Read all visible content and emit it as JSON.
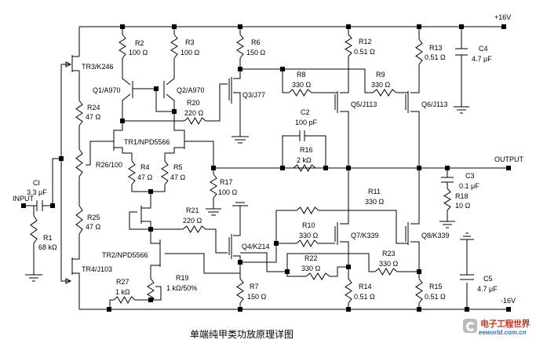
{
  "rails": {
    "pos": "+16V",
    "neg": "-16V",
    "output": "OUTPUT",
    "input": "INPUT"
  },
  "caption": "单端纯甲类功放原理详图",
  "logo": {
    "cn": "电子工程世界",
    "en": "eeworld.com.cn"
  },
  "resistors": {
    "r1": {
      "name": "R1",
      "value": "68 kΩ"
    },
    "r2": {
      "name": "R2",
      "value": "100 Ω"
    },
    "r3": {
      "name": "R3",
      "value": "100 Ω"
    },
    "r4": {
      "name": "R4",
      "value": "47 Ω"
    },
    "r5": {
      "name": "R5",
      "value": "47 Ω"
    },
    "r6": {
      "name": "R6",
      "value": "150 Ω"
    },
    "r7": {
      "name": "R7",
      "value": "150 Ω"
    },
    "r8": {
      "name": "R8",
      "value": "330 Ω"
    },
    "r9": {
      "name": "R9",
      "value": "330 Ω"
    },
    "r10": {
      "name": "R10",
      "value": "330 Ω"
    },
    "r11": {
      "name": "R11",
      "value": "330 Ω"
    },
    "r12": {
      "name": "R12",
      "value": "0.51 Ω"
    },
    "r13": {
      "name": "R13",
      "value": "0.51 Ω"
    },
    "r14": {
      "name": "R14",
      "value": "0.51 Ω"
    },
    "r15": {
      "name": "R15",
      "value": "0.51 Ω"
    },
    "r16": {
      "name": "R16",
      "value": "2 kΩ"
    },
    "r17": {
      "name": "R17",
      "value": "100 Ω"
    },
    "r18": {
      "name": "R18",
      "value": "10 Ω"
    },
    "r19": {
      "name": "R19",
      "value": "1 kΩ/50%"
    },
    "r20": {
      "name": "R20",
      "value": "220 Ω"
    },
    "r21": {
      "name": "R21",
      "value": "220 Ω"
    },
    "r22": {
      "name": "R22",
      "value": "330 Ω"
    },
    "r23": {
      "name": "R23",
      "value": "330 Ω"
    },
    "r24": {
      "name": "R24",
      "value": "47 Ω"
    },
    "r25": {
      "name": "R25",
      "value": "47 Ω"
    },
    "r26": {
      "name": "R26/100"
    },
    "r27": {
      "name": "R27",
      "value": "1 kΩ"
    }
  },
  "capacitors": {
    "c1": {
      "name": "CI",
      "value": "3.3 μF"
    },
    "c2": {
      "name": "C2",
      "value": "100 pF"
    },
    "c3": {
      "name": "C3",
      "value": "0.1 μF"
    },
    "c4": {
      "name": "C4",
      "value": "4.7 μF"
    },
    "c5": {
      "name": "C5",
      "value": "4.7 μF"
    }
  },
  "transistors": {
    "q1": "Q1/A970",
    "q2": "Q2/A970",
    "q3": "Q3/J77",
    "q4": "Q4/K214",
    "q5": "Q5/J113",
    "q6": "Q6/J113",
    "q7": "Q7/K339",
    "q8": "Q8/K339",
    "tr1": "TR1/NPD5566",
    "tr2": "TR2/NPD5566",
    "tr3": "TR3/K246",
    "tr4": "TR4/J103"
  }
}
